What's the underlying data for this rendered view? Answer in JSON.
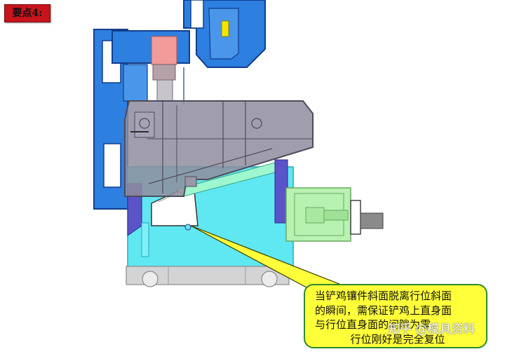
{
  "tag": {
    "label": "要点4:"
  },
  "callout": {
    "lines": [
      "当铲鸡镶件斜面脱离行位斜面",
      "的瞬间，需保证铲鸡上直身面",
      "与行位直身面的间隙为零，",
      "行位刚好是完全复位"
    ]
  },
  "watermark": {
    "text": "知乎 @模具资料"
  },
  "colors": {
    "tag_red": "#c8141c",
    "frame_blue": "#2d7fe0",
    "slider_cyan": "#5fe8f2",
    "wedge_gray": "#8f8d9e",
    "cylinder_green": "#b8f2b0",
    "callout_yellow": "#ffff3a",
    "callout_border": "#2d8a2d"
  }
}
